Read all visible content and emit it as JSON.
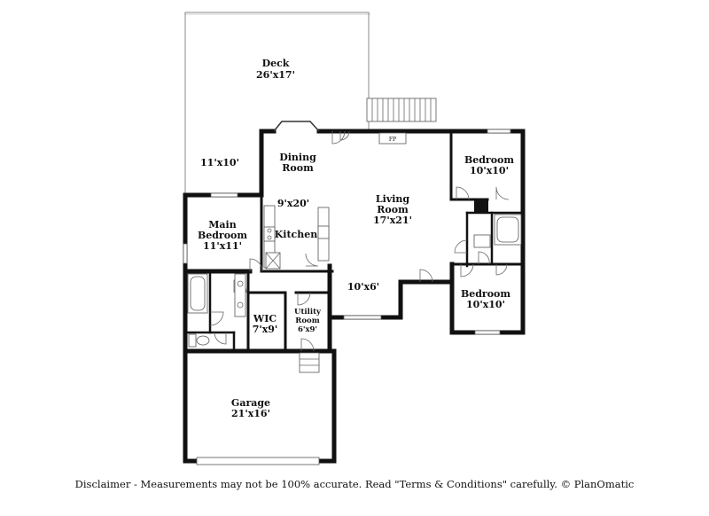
{
  "rooms": {
    "deck": {
      "name": "Deck",
      "size": "26'x17'"
    },
    "deck_side": {
      "size": "11'x10'"
    },
    "dining": {
      "line1": "Dining",
      "line2": "Room"
    },
    "living": {
      "line1": "Living",
      "line2": "Room",
      "size": "17'x21'"
    },
    "kitchen": {
      "name": "Kitchen",
      "size": "9'x20'"
    },
    "fireplace": {
      "label": "FP"
    },
    "bedroom_ne": {
      "name": "Bedroom",
      "size": "10'x10'"
    },
    "main_bedroom": {
      "line1": "Main",
      "line2": "Bedroom",
      "size": "11'x11'"
    },
    "wic": {
      "name": "WIC",
      "size": "7'x9'"
    },
    "utility": {
      "line1": "Utility",
      "line2": "Room",
      "size": "6'x9'"
    },
    "hall": {
      "size": "10'x6'"
    },
    "bedroom_se": {
      "name": "Bedroom",
      "size": "10'x10'"
    },
    "garage": {
      "name": "Garage",
      "size": "21'x16'"
    }
  },
  "disclaimer": "Disclaimer - Measurements may not be 100% accurate. Read \"Terms & Conditions\" carefully. © PlanOmatic"
}
